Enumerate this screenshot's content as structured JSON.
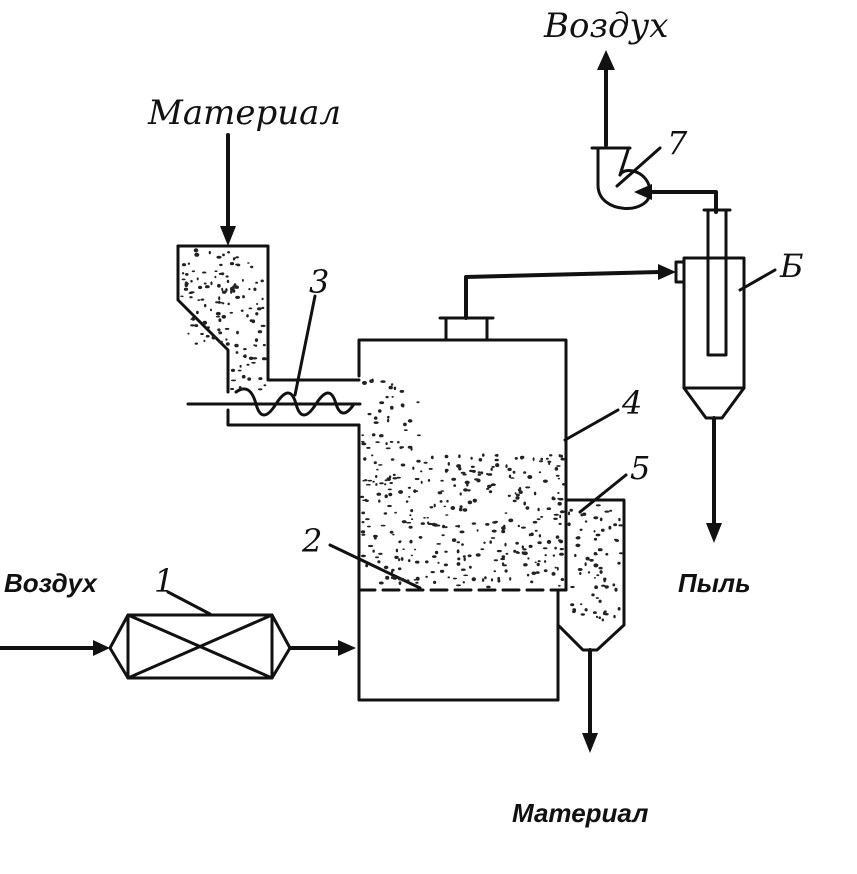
{
  "labels": {
    "air_out": "Воздух",
    "material_in": "Материал",
    "air_in": "Воздух",
    "dust_out": "Пыль",
    "material_out": "Материал"
  },
  "numbers": {
    "heater": "1",
    "grate": "2",
    "feeder": "3",
    "dryer": "4",
    "overflow": "5",
    "cyclone": "Б",
    "fan": "7"
  },
  "colors": {
    "line": "#111111",
    "background": "#ffffff"
  }
}
